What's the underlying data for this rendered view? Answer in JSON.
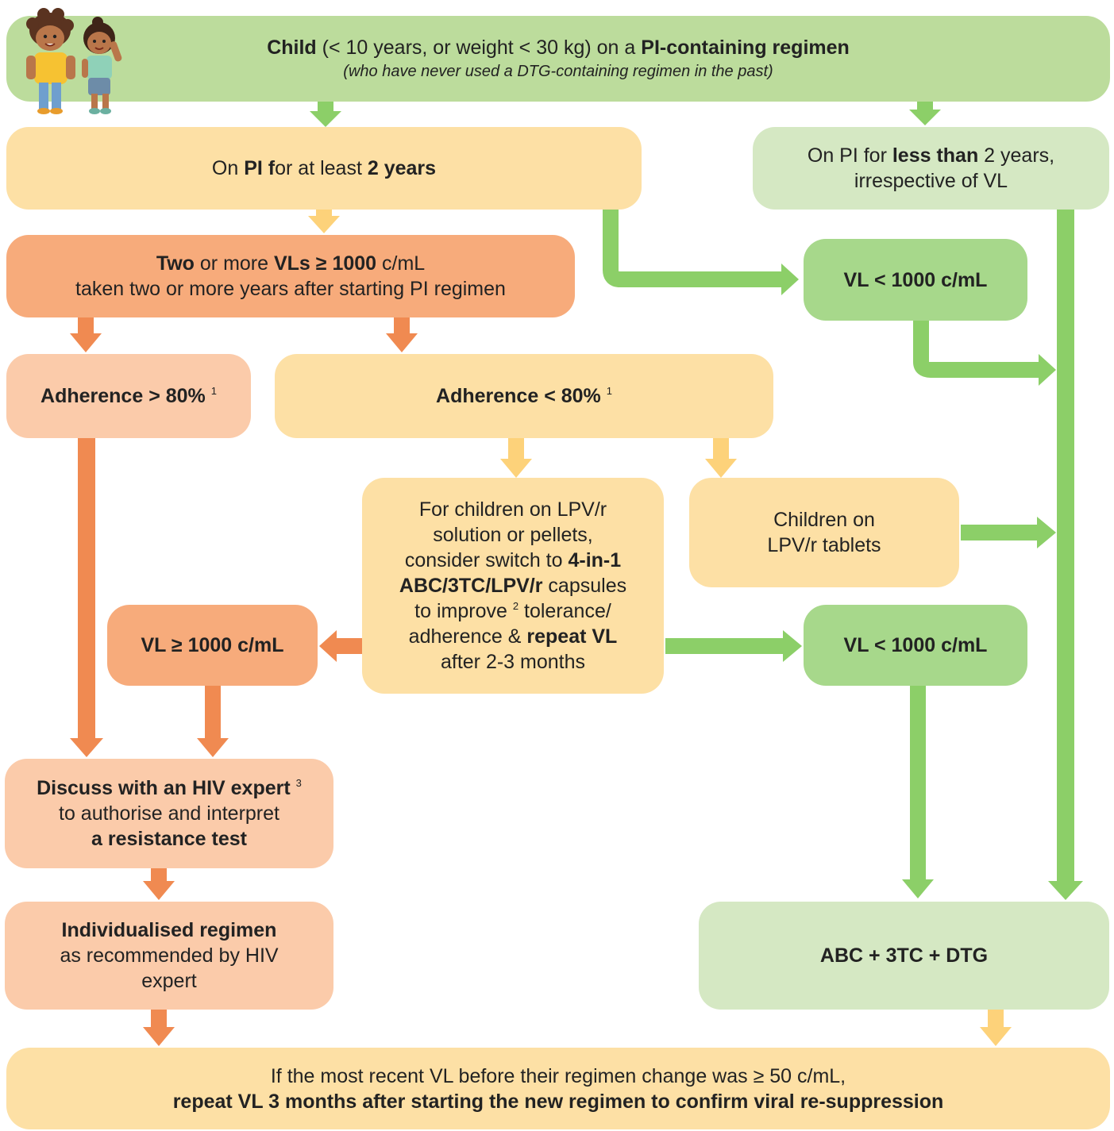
{
  "colors": {
    "green_dark": "#8ccf68",
    "green_mid": "#bcdc9c",
    "green_light": "#d5e8c3",
    "green_box": "#a7d88b",
    "yellow": "#fde0a5",
    "yellow_arrow": "#fdd27a",
    "orange_dark": "#f08a51",
    "orange_box": "#f7ab7b",
    "orange_light": "#fbcbaa"
  },
  "top": {
    "t1": "Child",
    "t2": " (< 10 years, or weight < 30 kg) on a ",
    "t3": "PI-containing regimen",
    "sub": "(who have never used a DTG-containing regimen in the past)"
  },
  "pi2": {
    "t1": "On ",
    "t2": "PI f",
    "t3": "or at least ",
    "t4": "2 years"
  },
  "piless": {
    "t1": "On PI for ",
    "t2": "less than",
    "t3": " 2 years,",
    "t4": "irrespective of VL"
  },
  "twovl": {
    "t1": "Two",
    "t2": " or more ",
    "t3": "VLs ≥ 1000",
    "t4": " c/mL",
    "t5": "taken two or more years after starting PI regimen"
  },
  "vl_low1": {
    "t1": "VL < 1000 c/mL"
  },
  "adh_hi": {
    "t1": "Adherence > 80%",
    "sup": "1"
  },
  "adh_lo": {
    "t1": "Adherence < 80%",
    "sup": "1"
  },
  "lpv": {
    "l1": "For children on LPV/r",
    "l2": "solution or pellets,",
    "l3a": "consider switch to ",
    "l3b": "4-in-1",
    "l4a": "ABC/3TC/LPV/r",
    "l4b": " capsules",
    "l5a": "to improve ",
    "l5sup": "2",
    "l5b": " tolerance/",
    "l6a": "adherence & ",
    "l6b": "repeat VL",
    "l7": "after 2-3 months"
  },
  "tabs": {
    "l1": "Children on",
    "l2": "LPV/r tablets"
  },
  "vl_hi": {
    "t1": "VL ≥ 1000 c/mL"
  },
  "vl_low2": {
    "t1": "VL < 1000 c/mL"
  },
  "expert": {
    "t1": "Discuss with an HIV expert",
    "sup": "3",
    "t2": "to authorise and interpret",
    "t3": "a resistance test"
  },
  "indiv": {
    "t1": "Individualised regimen",
    "t2": "as recommended by HIV",
    "t3": "expert"
  },
  "abc": {
    "t1": "ABC + 3TC + DTG"
  },
  "bottom": {
    "t1": "If the most recent VL before their regimen change was ≥ 50 c/mL,",
    "t2": "repeat VL 3 months after starting the new regimen to confirm viral re-suppression"
  }
}
